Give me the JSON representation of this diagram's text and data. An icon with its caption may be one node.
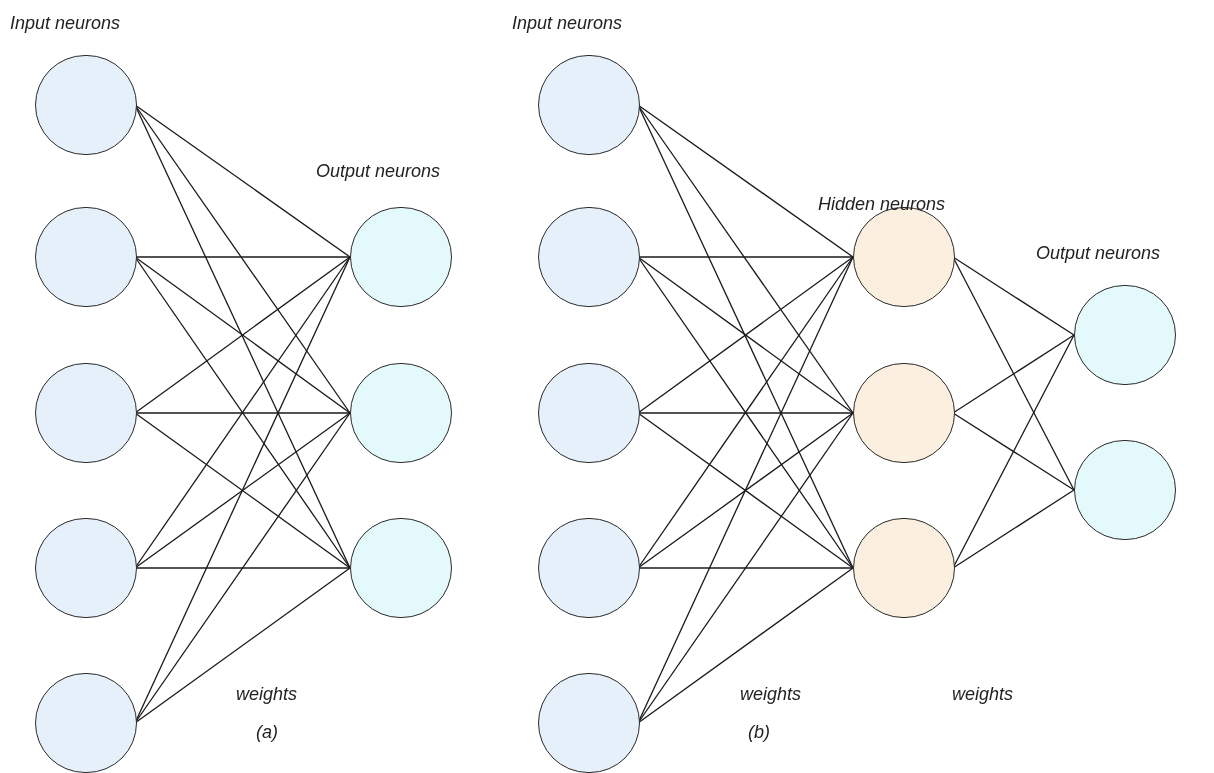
{
  "diagram": {
    "nodes": [
      {
        "text": [],
        "shape": "circle"
      },
      {
        "text": [],
        "shape": "circle"
      },
      {
        "text": [],
        "shape": "circle"
      },
      {
        "text": [],
        "shape": "circle"
      },
      {
        "text": [],
        "shape": "circle"
      },
      {
        "text": [],
        "shape": "circle"
      },
      {
        "text": [],
        "shape": "circle"
      },
      {
        "text": [],
        "shape": "circle"
      },
      {
        "text": [],
        "shape": "circle"
      },
      {
        "text": [],
        "shape": "circle"
      },
      {
        "text": [],
        "shape": "circle"
      },
      {
        "text": [],
        "shape": "circle"
      },
      {
        "text": [],
        "shape": "circle"
      },
      {
        "text": [],
        "shape": "circle"
      },
      {
        "text": [],
        "shape": "circle"
      },
      {
        "text": [],
        "shape": "circle"
      },
      {
        "text": [],
        "shape": "circle"
      },
      {
        "text": [],
        "shape": "circle"
      }
    ],
    "edges": [
      {
        "from": 0,
        "to": 5,
        "arrow": "none"
      },
      {
        "from": 0,
        "to": 6,
        "arrow": "none"
      },
      {
        "from": 0,
        "to": 7,
        "arrow": "none"
      },
      {
        "from": 1,
        "to": 5,
        "arrow": "none"
      },
      {
        "from": 1,
        "to": 6,
        "arrow": "none"
      },
      {
        "from": 1,
        "to": 7,
        "arrow": "none"
      },
      {
        "from": 2,
        "to": 5,
        "arrow": "none"
      },
      {
        "from": 2,
        "to": 6,
        "arrow": "none"
      },
      {
        "from": 2,
        "to": 7,
        "arrow": "none"
      },
      {
        "from": 3,
        "to": 5,
        "arrow": "none"
      },
      {
        "from": 3,
        "to": 6,
        "arrow": "none"
      },
      {
        "from": 3,
        "to": 7,
        "arrow": "none"
      },
      {
        "from": 4,
        "to": 5,
        "arrow": "none"
      },
      {
        "from": 4,
        "to": 6,
        "arrow": "none"
      },
      {
        "from": 4,
        "to": 7,
        "arrow": "none"
      },
      {
        "from": 8,
        "to": 13,
        "arrow": "none"
      },
      {
        "from": 8,
        "to": 14,
        "arrow": "none"
      },
      {
        "from": 8,
        "to": 15,
        "arrow": "none"
      },
      {
        "from": 9,
        "to": 13,
        "arrow": "none"
      },
      {
        "from": 9,
        "to": 14,
        "arrow": "none"
      },
      {
        "from": 9,
        "to": 15,
        "arrow": "none"
      },
      {
        "from": 10,
        "to": 13,
        "arrow": "none"
      },
      {
        "from": 10,
        "to": 14,
        "arrow": "none"
      },
      {
        "from": 10,
        "to": 15,
        "arrow": "none"
      },
      {
        "from": 11,
        "to": 13,
        "arrow": "none"
      },
      {
        "from": 11,
        "to": 14,
        "arrow": "none"
      },
      {
        "from": 11,
        "to": 15,
        "arrow": "none"
      },
      {
        "from": 12,
        "to": 13,
        "arrow": "none"
      },
      {
        "from": 12,
        "to": 14,
        "arrow": "none"
      },
      {
        "from": 12,
        "to": 15,
        "arrow": "none"
      },
      {
        "from": 13,
        "to": 16,
        "arrow": "none"
      },
      {
        "from": 13,
        "to": 17,
        "arrow": "none"
      },
      {
        "from": 14,
        "to": 16,
        "arrow": "none"
      },
      {
        "from": 14,
        "to": 17,
        "arrow": "none"
      },
      {
        "from": 15,
        "to": 16,
        "arrow": "none"
      },
      {
        "from": 15,
        "to": 17,
        "arrow": "none"
      }
    ],
    "labels": [
      "Input neurons",
      "Input neurons",
      "Output neurons",
      "Hidden neurons",
      "Output neurons",
      "weights",
      "(a)",
      "weights",
      "(b)",
      "weights"
    ]
  }
}
